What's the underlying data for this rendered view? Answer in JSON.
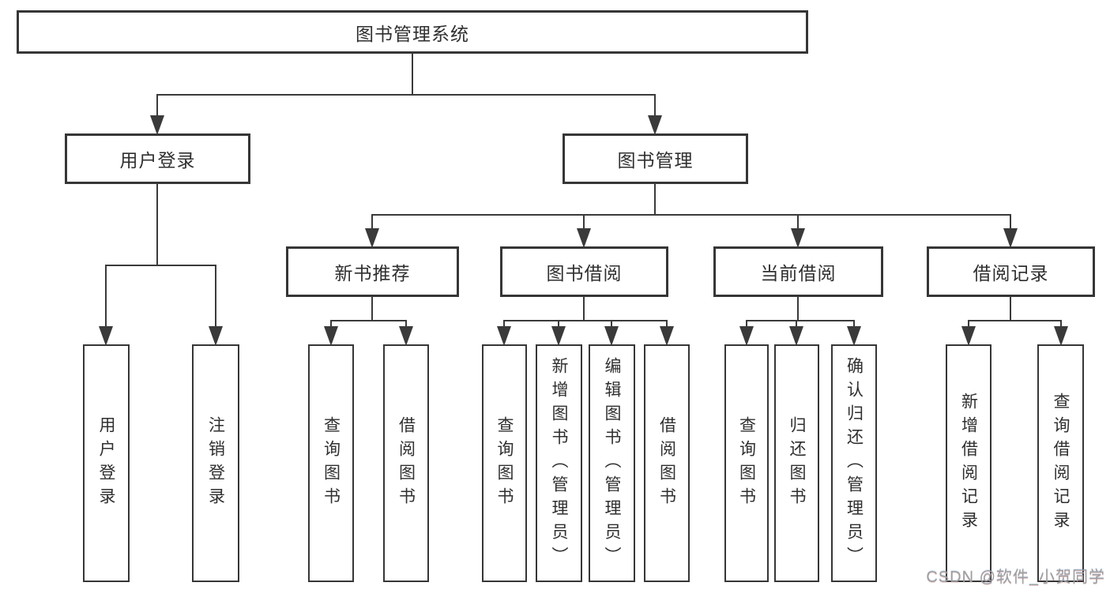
{
  "diagram": {
    "watermark": "CSDN @软件_小贺同学",
    "colors": {
      "background": "#ffffff",
      "line": "#3a3a3a",
      "box_border": "#363636",
      "text": "#2f2f2f",
      "watermark_text": "#9e9e9e"
    },
    "tree": {
      "label": "图书管理系统",
      "children": [
        {
          "label": "用户登录",
          "children": [
            {
              "label": "用户登录"
            },
            {
              "label": "注销登录"
            }
          ]
        },
        {
          "label": "图书管理",
          "children": [
            {
              "label": "新书推荐",
              "children": [
                {
                  "label": "查询图书"
                },
                {
                  "label": "借阅图书"
                }
              ]
            },
            {
              "label": "图书借阅",
              "children": [
                {
                  "label": "查询图书"
                },
                {
                  "label": "新增图书（管理员）"
                },
                {
                  "label": "编辑图书（管理员）"
                },
                {
                  "label": "借阅图书"
                }
              ]
            },
            {
              "label": "当前借阅",
              "children": [
                {
                  "label": "查询图书"
                },
                {
                  "label": "归还图书"
                },
                {
                  "label": "确认归还（管理员）"
                }
              ]
            },
            {
              "label": "借阅记录",
              "children": [
                {
                  "label": "新增借阅记录"
                },
                {
                  "label": "查询借阅记录"
                }
              ]
            }
          ]
        }
      ]
    }
  }
}
